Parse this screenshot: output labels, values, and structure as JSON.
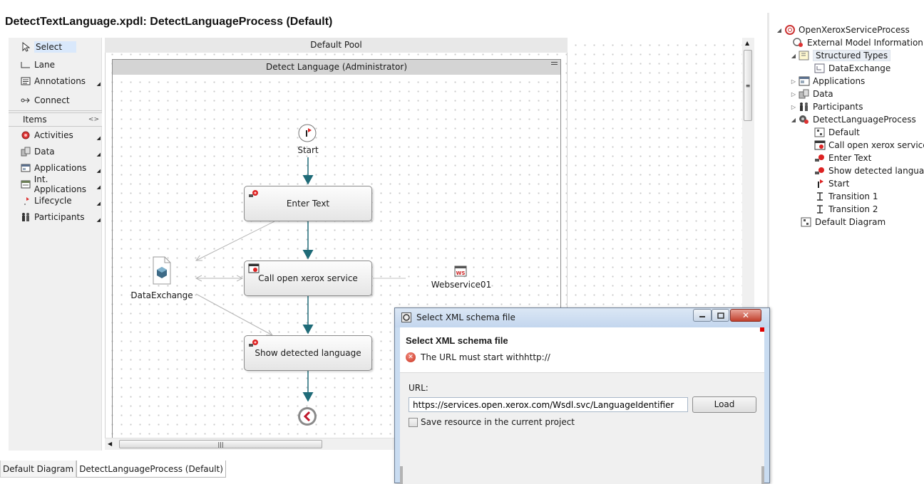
{
  "editor": {
    "title": "DetectTextLanguage.xpdl: DetectLanguageProcess (Default)"
  },
  "palette": {
    "tools": [
      {
        "label": "Select",
        "icon": "arrow-cursor-icon"
      },
      {
        "label": "Lane",
        "icon": "lane-icon"
      },
      {
        "label": "Annotations",
        "icon": "annotation-icon"
      },
      {
        "label": "Connect",
        "icon": "connect-icon"
      }
    ],
    "group": "Items",
    "items": [
      {
        "label": "Activities",
        "icon": "activity-icon"
      },
      {
        "label": "Data",
        "icon": "data-icon"
      },
      {
        "label": "Applications",
        "icon": "application-icon"
      },
      {
        "label": "Int. Applications",
        "icon": "interactive-application-icon"
      },
      {
        "label": "Lifecycle",
        "icon": "lifecycle-icon"
      },
      {
        "label": "Participants",
        "icon": "participants-icon"
      }
    ]
  },
  "diagram": {
    "pool": "Default Pool",
    "lane": "Detect Language (Administrator)",
    "nodes": {
      "start": "Start",
      "enter_text": "Enter Text",
      "call_service": "Call open xerox service",
      "show_language": "Show detected language",
      "data_exchange": "DataExchange",
      "webservice": "Webservice01"
    }
  },
  "outline": {
    "items": [
      {
        "label": "OpenXeroxServiceProcess"
      },
      {
        "label": "External Model Information"
      },
      {
        "label": "Structured Types"
      },
      {
        "label": "DataExchange"
      },
      {
        "label": "Applications"
      },
      {
        "label": "Data"
      },
      {
        "label": "Participants"
      },
      {
        "label": "DetectLanguageProcess"
      },
      {
        "label": "Default"
      },
      {
        "label": "Call open xerox service"
      },
      {
        "label": "Enter Text"
      },
      {
        "label": "Show detected language"
      },
      {
        "label": "Start"
      },
      {
        "label": "Transition 1"
      },
      {
        "label": "Transition 2"
      },
      {
        "label": "Default Diagram"
      }
    ]
  },
  "tabs": [
    {
      "label": "Default Diagram"
    },
    {
      "label": "DetectLanguageProcess (Default)"
    }
  ],
  "dialog": {
    "window_title": "Select XML schema file",
    "heading": "Select XML schema file",
    "error": "The URL must start withhttp://",
    "url_label": "URL:",
    "url_value": "https://services.open.xerox.com/Wsdl.svc/LanguageIdentifier",
    "load_label": "Load",
    "checkbox_label": "Save resource in the current project",
    "close_glyph": "✕"
  },
  "colors": {
    "flow_arrow": "#1f6b78",
    "selection": "#d9e8fb",
    "error": "#c9321f"
  }
}
